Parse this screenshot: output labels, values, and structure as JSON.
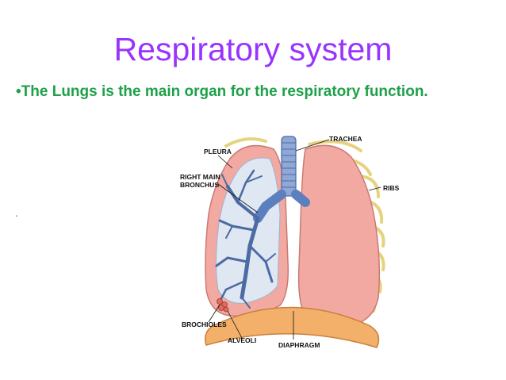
{
  "slide": {
    "title": "Respiratory system",
    "bullet_marker": "•",
    "bullet_text": "The Lungs is the main organ for the respiratory function.",
    "extra_mark": "."
  },
  "diagram": {
    "labels": {
      "pleura": "PLEURA",
      "trachea": "TRACHEA",
      "right_main_bronchus_1": "RIGHT MAIN",
      "right_main_bronchus_2": "BRONCHUS",
      "ribs": "RIBS",
      "brochioles": "BROCHIOLES",
      "alveoli": "ALVEOLI",
      "diaphragm": "DIAPHRAGM"
    }
  },
  "colors": {
    "title": "#9933ff",
    "bullet": "#1fa04a",
    "lung": "#f2a9a2",
    "bronchi": "#5b7fbf",
    "diaphragm": "#f3b06b",
    "ribs": "#e8d68a"
  }
}
